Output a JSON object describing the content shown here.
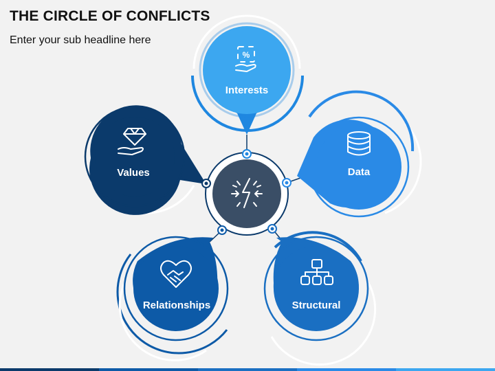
{
  "header": {
    "title": "THE CIRCLE OF CONFLICTS",
    "subtitle": "Enter your sub headline here"
  },
  "nodes": {
    "interests": {
      "label": "Interests",
      "icon": "percent-hand-icon",
      "color": "#3ca7f0"
    },
    "data": {
      "label": "Data",
      "icon": "database-icon",
      "color": "#2a8ae6"
    },
    "values": {
      "label": "Values",
      "icon": "diamond-hand-icon",
      "color": "#0b3a6b"
    },
    "relationships": {
      "label": "Relationships",
      "icon": "handshake-heart-icon",
      "color": "#0d5aa7"
    },
    "structural": {
      "label": "Structural",
      "icon": "hierarchy-icon",
      "color": "#1a6fc2"
    }
  },
  "center": {
    "icon": "conflict-lightning-icon",
    "color": "#3a4e66"
  },
  "colors": {
    "ring_dark": "#0b3a6b",
    "accent_blue": "#1f87e0",
    "bottom_bar": [
      "#0b3a6b",
      "#0d5aa7",
      "#1a6fc2",
      "#2a8ae6",
      "#3ca7f0"
    ]
  }
}
